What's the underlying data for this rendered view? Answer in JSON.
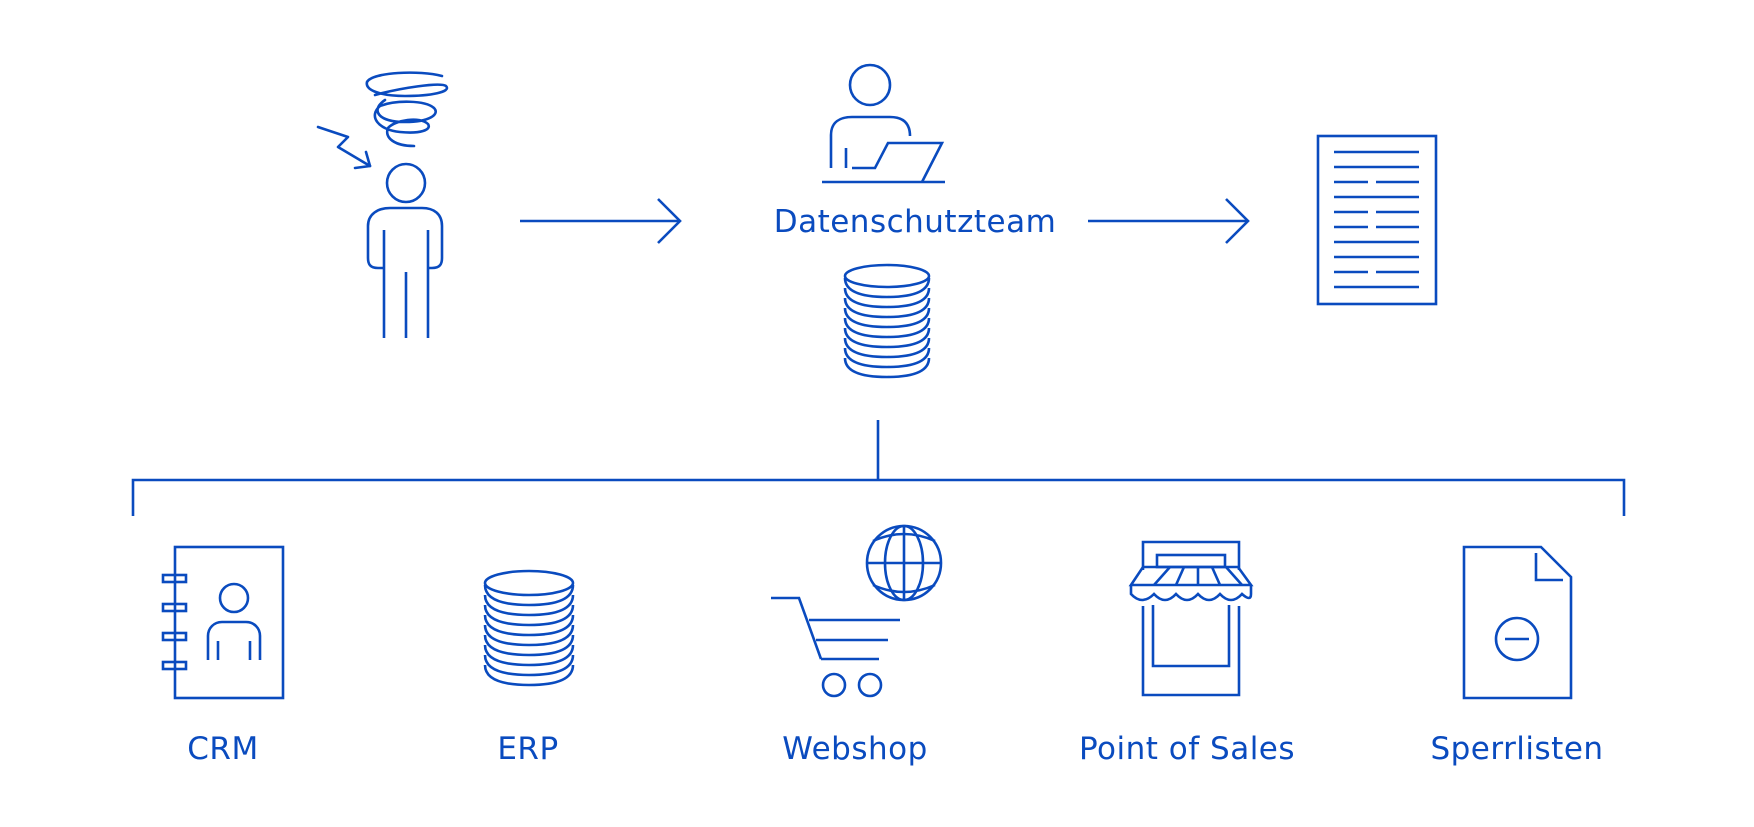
{
  "colors": {
    "primary": "#0a4bbf",
    "background": "#ffffff"
  },
  "flow": {
    "requester": {
      "icon": "confused-person-icon"
    },
    "team": {
      "label": "Datenschutzteam",
      "icon": "person-with-laptop-icon",
      "db_icon": "database-icon"
    },
    "result": {
      "icon": "document-icon"
    }
  },
  "sources": [
    {
      "label": "CRM",
      "icon": "contact-book-icon"
    },
    {
      "label": "ERP",
      "icon": "database-icon"
    },
    {
      "label": "Webshop",
      "icon": "shopping-cart-globe-icon"
    },
    {
      "label": "Point of Sales",
      "icon": "storefront-icon"
    },
    {
      "label": "Sperrlisten",
      "icon": "blocklist-document-icon"
    }
  ]
}
